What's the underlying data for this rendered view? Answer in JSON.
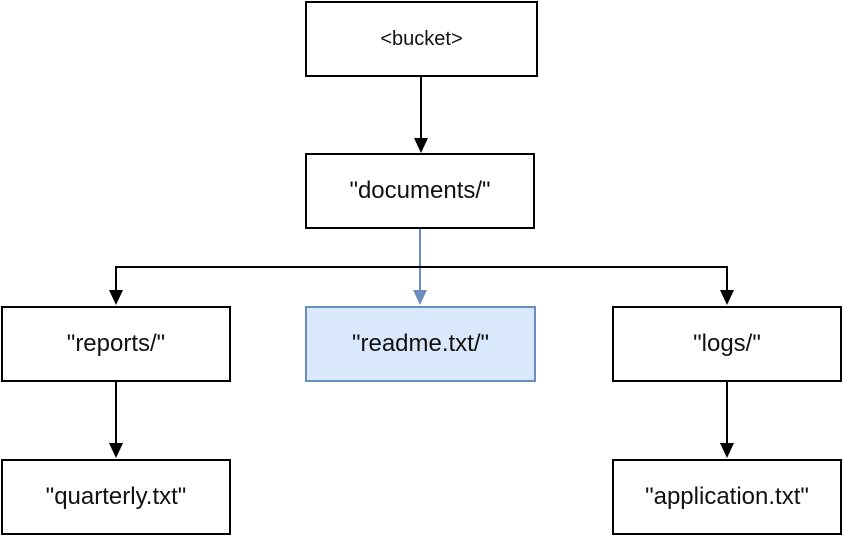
{
  "nodes": {
    "bucket": "<bucket>",
    "documents": "\"documents/\"",
    "reports": "\"reports/\"",
    "readme": "\"readme.txt/\"",
    "logs": "\"logs/\"",
    "quarterly": "\"quarterly.txt\"",
    "application": "\"application.txt\""
  },
  "colors": {
    "line": "#000000",
    "highlight_fill": "#dae8fc",
    "highlight_stroke": "#6c8ebf"
  },
  "edges": [
    {
      "from": "bucket",
      "to": "documents"
    },
    {
      "from": "documents",
      "to": "reports"
    },
    {
      "from": "documents",
      "to": "readme"
    },
    {
      "from": "documents",
      "to": "logs"
    },
    {
      "from": "reports",
      "to": "quarterly"
    },
    {
      "from": "logs",
      "to": "application"
    }
  ]
}
